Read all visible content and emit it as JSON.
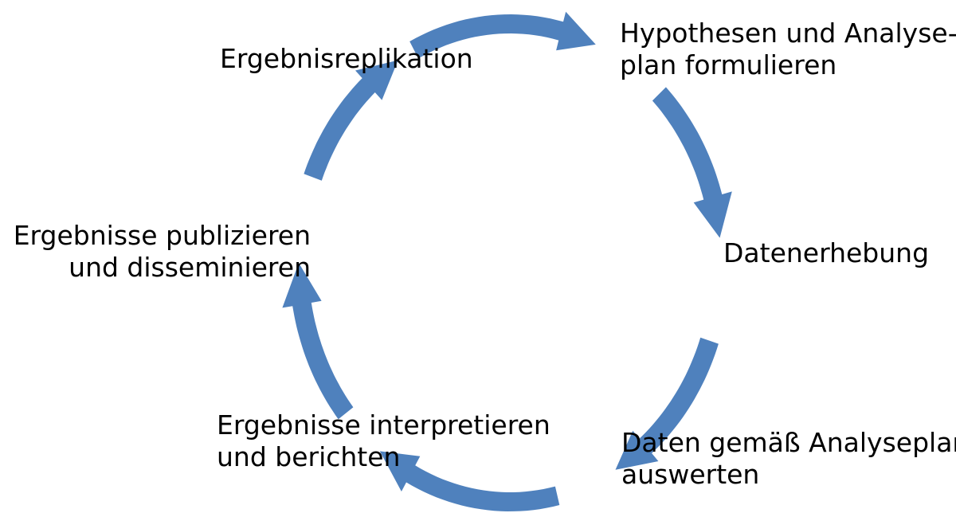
{
  "diagram": {
    "arrow_color": "#4F81BD",
    "stages": [
      {
        "id": "hypotheses",
        "lines": [
          "Hypothesen und Analyse-",
          "plan formulieren"
        ]
      },
      {
        "id": "data-collection",
        "lines": [
          "Datenerhebung"
        ]
      },
      {
        "id": "analysis",
        "lines": [
          "Daten gemäß Analyseplan",
          "auswerten"
        ]
      },
      {
        "id": "interpretation",
        "lines": [
          "Ergebnisse interpretieren",
          "und berichten"
        ]
      },
      {
        "id": "publication",
        "lines": [
          "Ergebnisse publizieren",
          "und disseminieren"
        ]
      },
      {
        "id": "replication",
        "lines": [
          "Ergebnisreplikation"
        ]
      }
    ]
  }
}
